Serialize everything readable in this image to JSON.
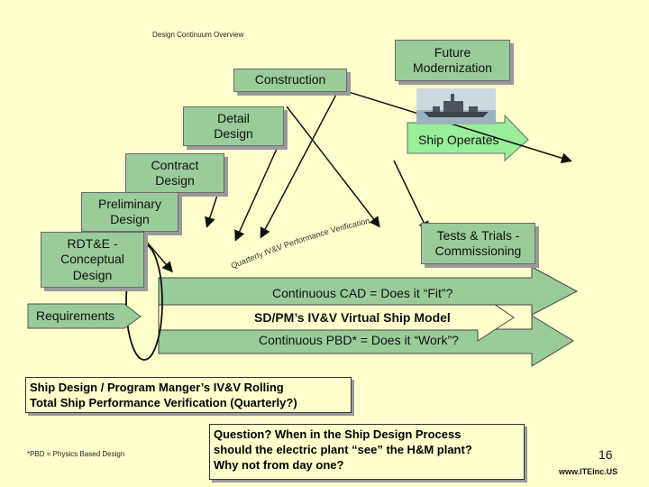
{
  "header": {
    "title": "Design Continuum Overview"
  },
  "stages": {
    "construction": "Construction",
    "future_modernization": "Future\nModernization",
    "detail_design": "Detail\nDesign",
    "ship_operates": "Ship Operates",
    "contract_design": "Contract\nDesign",
    "preliminary_design": "Preliminary\nDesign",
    "rdte_conceptual": "RDT&E -\nConceptual\nDesign",
    "tests_trials": "Tests & Trials -\nCommissioning",
    "requirements": "Requirements"
  },
  "curve_text": "Quarterly IV&V  Performance Verification",
  "arrows": {
    "cad": "Continuous CAD = Does it “Fit”?",
    "virtual_model": "SD/PM’s IV&V Virtual Ship Model",
    "pbd": "Continuous PBD* =  Does it “Work”?"
  },
  "notes": {
    "rolling": "Ship Design / Program Manger’s IV&V Rolling\nTotal Ship Performance Verification (Quarterly?)",
    "question": "Question? When in the Ship Design Process\nshould the electric plant “see” the H&M plant?\nWhy not from day one?",
    "pbd_footnote": "*PBD = Physics Based Design"
  },
  "footer": {
    "page_number": "16",
    "website": "www.ITEinc.US"
  },
  "colors": {
    "background": "#ffffcc",
    "box_green": "#99cc99",
    "arrow_green": "#99cc99",
    "arrow_cream": "#ffffcc"
  }
}
